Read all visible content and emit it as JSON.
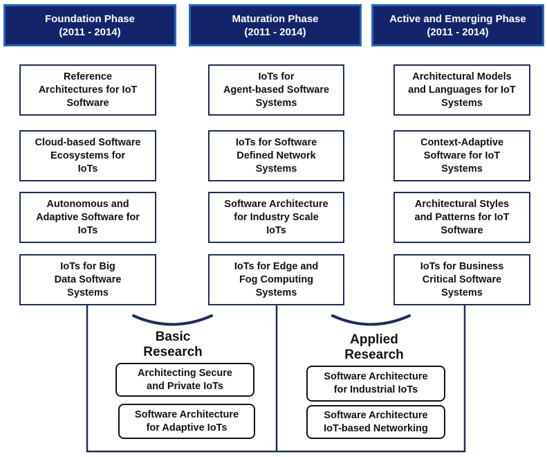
{
  "phases": [
    {
      "name": "Foundation Phase",
      "years": "(2011 - 2014)"
    },
    {
      "name": "Maturation Phase",
      "years": "(2011 - 2014)"
    },
    {
      "name": "Active and Emerging Phase",
      "years": "(2011 - 2014)"
    }
  ],
  "topics": {
    "foundation": [
      "Reference\nArchitectures for IoT\nSoftware",
      "Cloud-based Software\nEcosystems for\nIoTs",
      "Autonomous and\nAdaptive Software for\nIoTs",
      "IoTs for Big\nData Software\nSystems"
    ],
    "maturation": [
      "IoTs for\nAgent-based Software\nSystems",
      "IoTs for Software\nDefined Network\nSystems",
      "Software Architecture\nfor Industry Scale\nIoTs",
      "IoTs for Edge and\nFog Computing\nSystems"
    ],
    "active": [
      "Architectural Models\nand Languages for IoT\nSystems",
      "Context-Adaptive\nSoftware for IoT\nSystems",
      "Architectural Styles\nand Patterns for IoT\nSoftware",
      "IoTs for Business\nCritical Software\nSystems"
    ]
  },
  "basic_research": {
    "title": "Basic\nResearch",
    "items": [
      "Architecting Secure\nand Private IoTs",
      "Software Architecture\nfor Adaptive IoTs"
    ]
  },
  "applied_research": {
    "title": "Applied\nResearch",
    "items": [
      "Software Architecture\nfor Industrial IoTs",
      "Software Architecture\nIoT-based Networking"
    ]
  }
}
